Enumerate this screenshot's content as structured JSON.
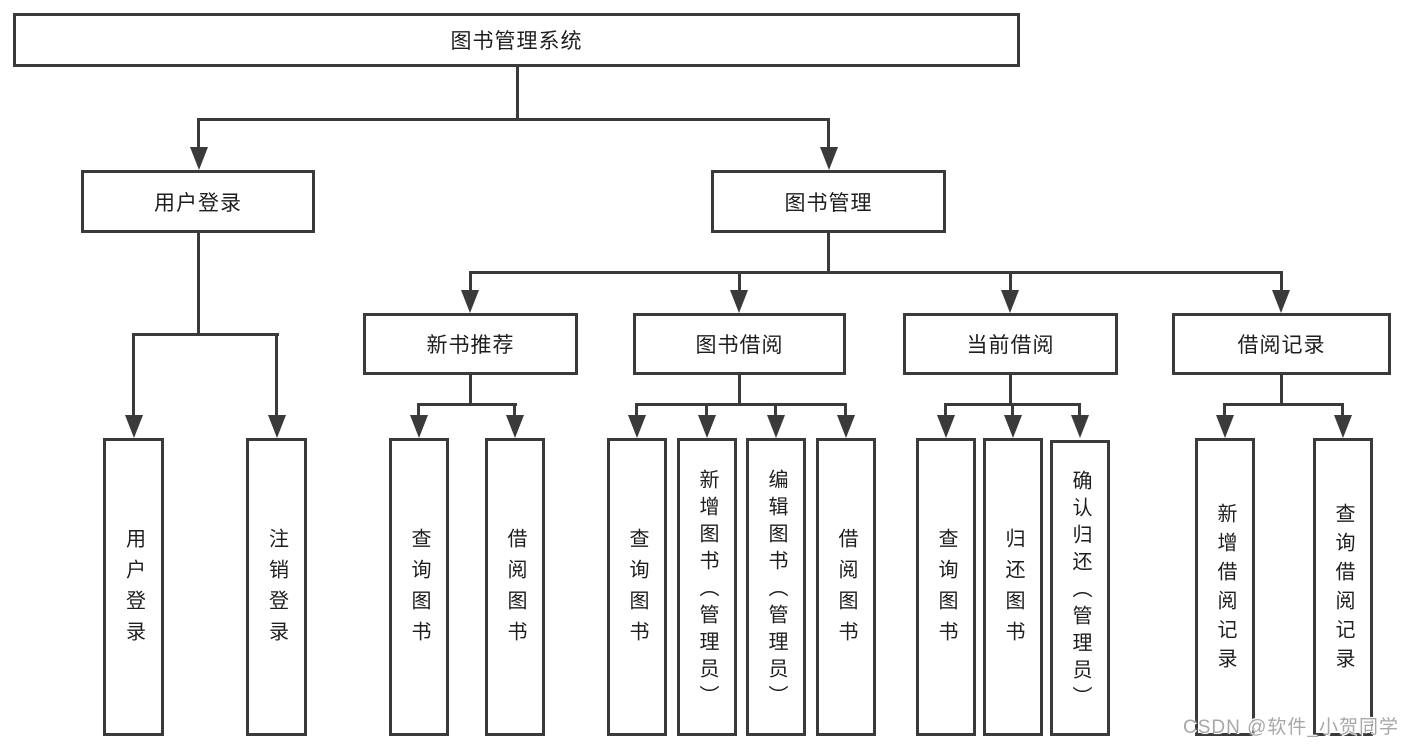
{
  "nodes": {
    "root": "图书管理系统",
    "user_login": "用户登录",
    "book_mgmt": "图书管理",
    "new_book_rec": "新书推荐",
    "book_borrow": "图书借阅",
    "current_borrow": "当前借阅",
    "borrow_records": "借阅记录",
    "leaf_user_login": "用户登录",
    "leaf_logout": "注销登录",
    "leaf_nb_query": "查询图书",
    "leaf_nb_borrow": "借阅图书",
    "leaf_bb_query": "查询图书",
    "leaf_bb_add": "新增图书（管理员）",
    "leaf_bb_edit": "编辑图书（管理员）",
    "leaf_bb_borrow": "借阅图书",
    "leaf_cb_query": "查询图书",
    "leaf_cb_return": "归还图书",
    "leaf_cb_confirm": "确认归还（管理员）",
    "leaf_br_add": "新增借阅记录",
    "leaf_br_query": "查询借阅记录"
  },
  "watermark": {
    "text": "CSDN @软件_小贺同学"
  },
  "colors": {
    "line": "#3a3a3a",
    "text": "#1e1e1e",
    "background": "#ffffff",
    "watermark": "#a8a8a8"
  }
}
